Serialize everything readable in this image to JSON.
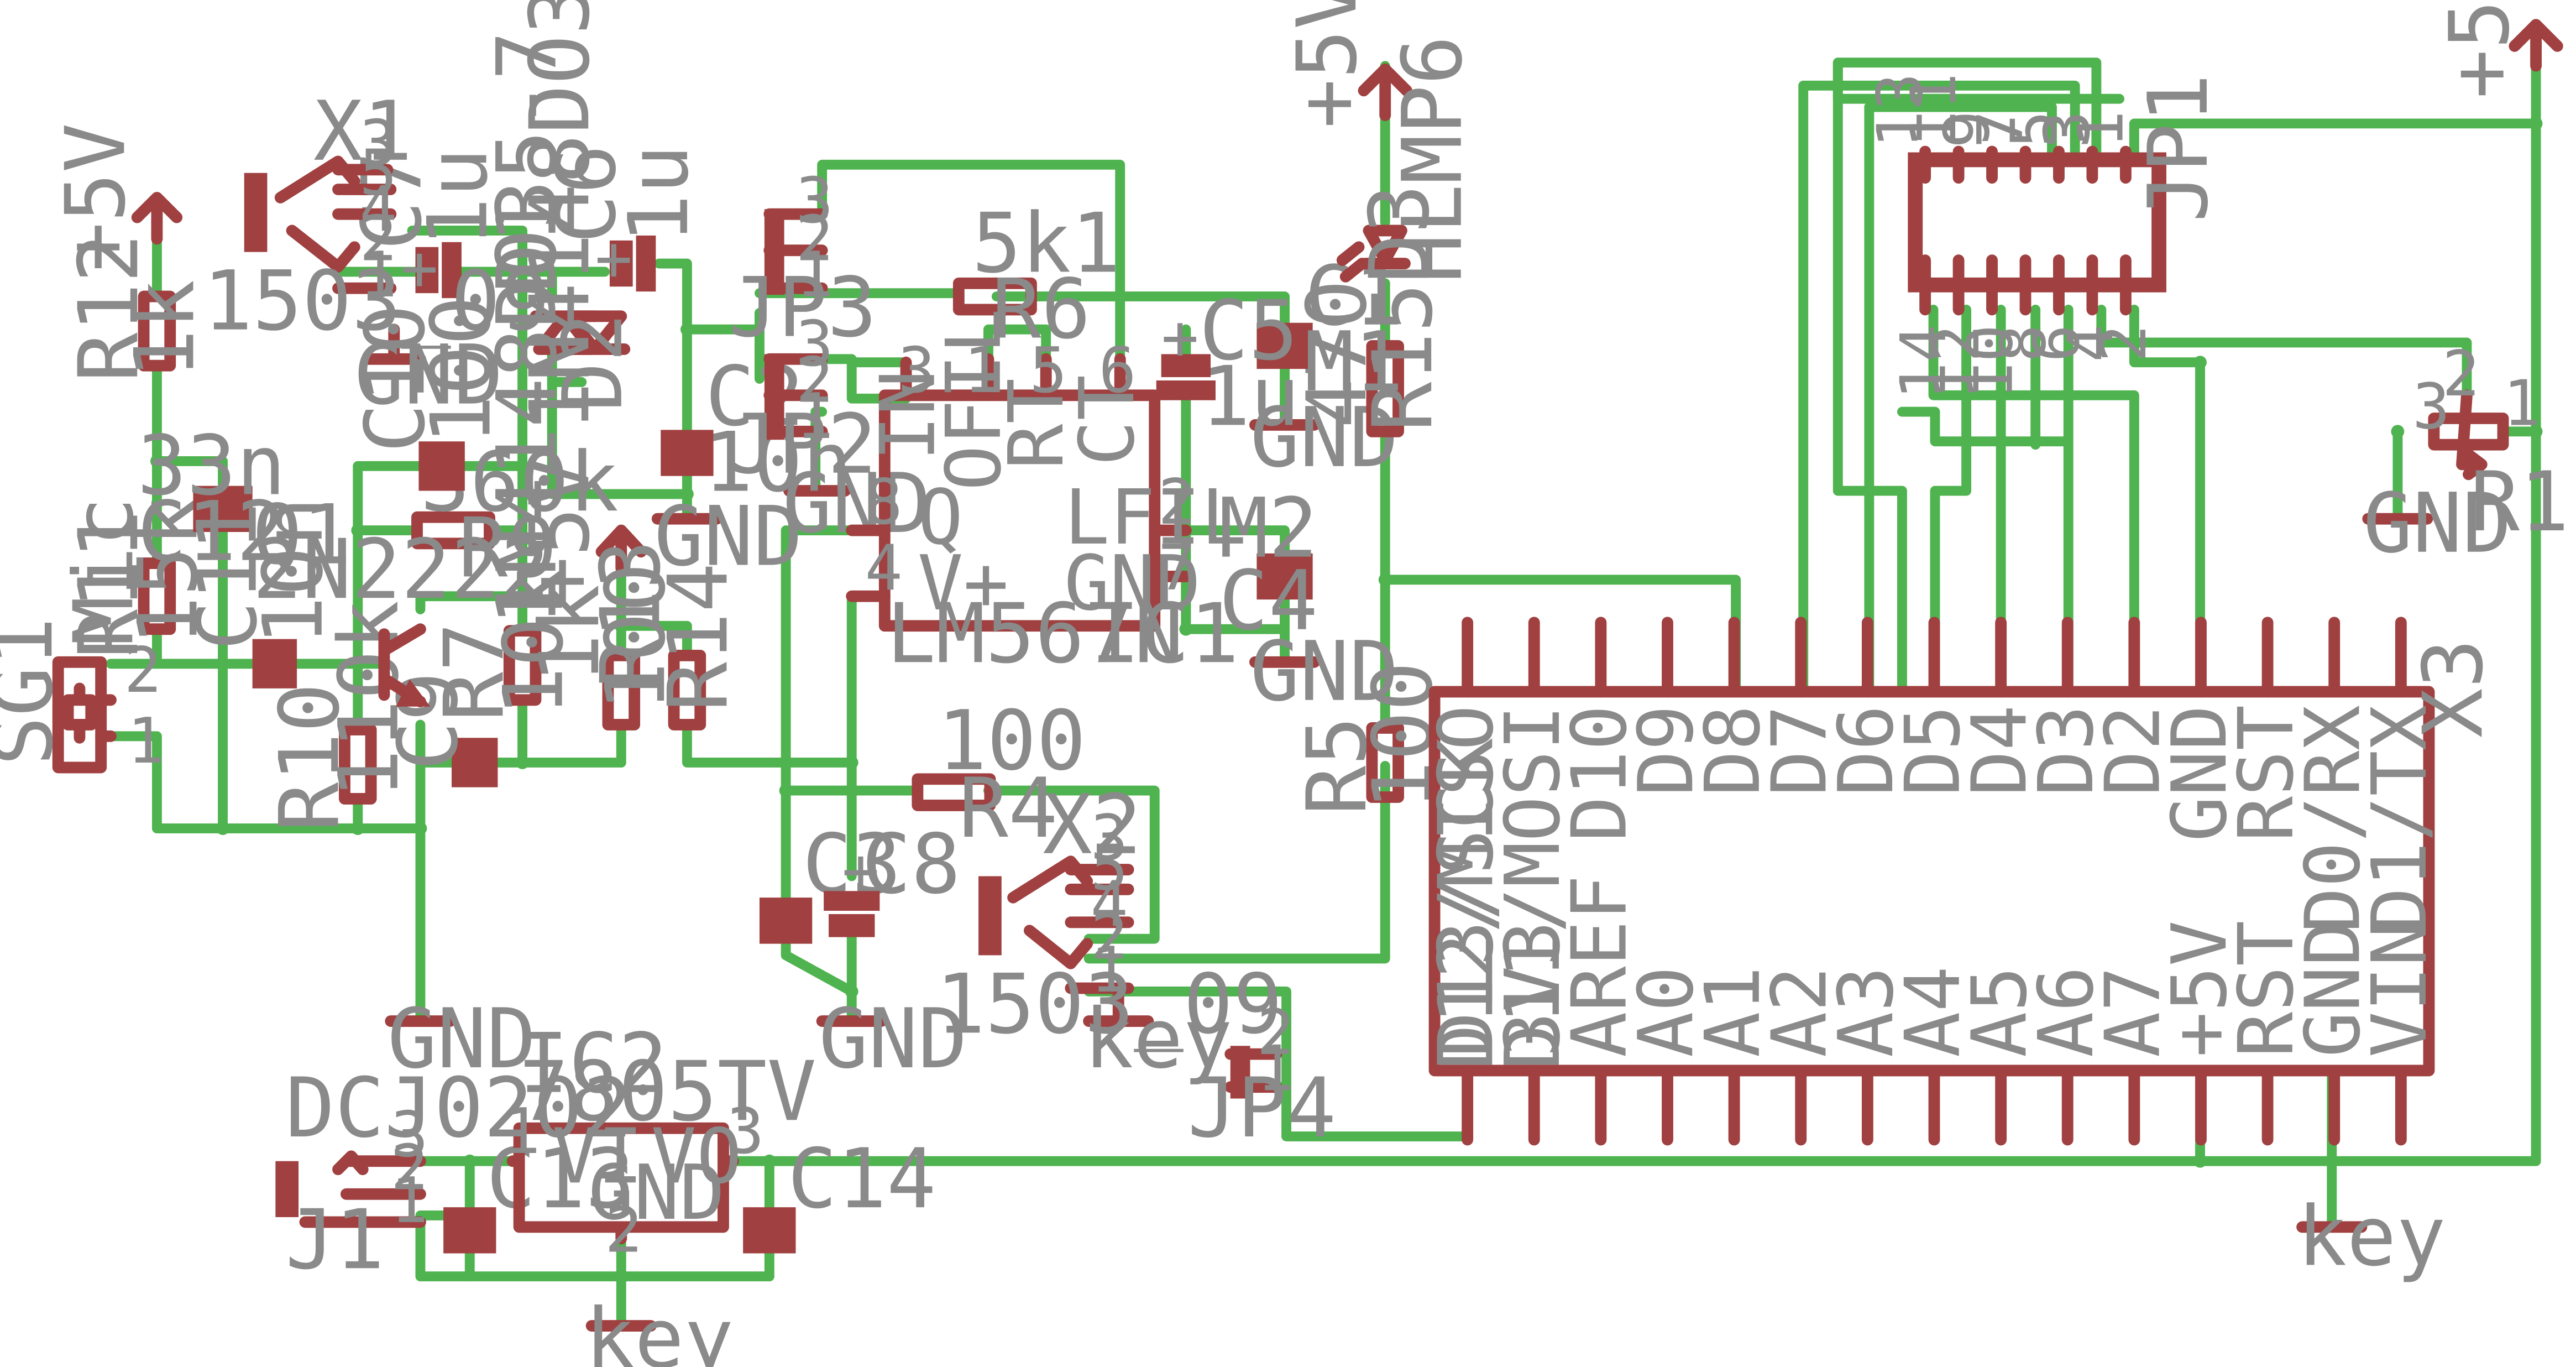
{
  "power": {
    "vcc": "+5V",
    "gnd": "GND",
    "key": "key"
  },
  "decoder": {
    "ref": "IC1",
    "value": "LM567N",
    "pins": {
      "in": "IN",
      "ofil": "OFIL",
      "rt": "RT",
      "ct": "CT",
      "q": "Q",
      "vplus": "V+",
      "lfil": "LFIL",
      "gnd": "GND"
    },
    "pin_numbers": {
      "p3": "3",
      "p1": "1",
      "p5": "5",
      "p6": "6",
      "p8": "8",
      "p4": "4",
      "p2": "2",
      "p7": "7"
    }
  },
  "regulator": {
    "ref": "IC2",
    "value": "7805TV",
    "vi": "VI",
    "vo": "VO",
    "gnd": "GND",
    "p1": "1",
    "p2": "2",
    "p3": "3"
  },
  "board": {
    "ref": "X3",
    "top_pins": [
      "D12/MISO",
      "D11/MOSI",
      "D10",
      "D9",
      "D8",
      "D7",
      "D6",
      "D5",
      "D4",
      "D3",
      "D2",
      "GND",
      "RST",
      "D0/RX",
      "D1/TX"
    ],
    "bottom_pins": [
      "D13/SCK",
      "3V3",
      "AREF",
      "A0",
      "A1",
      "A2",
      "A3",
      "A4",
      "A5",
      "A6",
      "A7",
      "+5V",
      "RST",
      "GND",
      "VIN"
    ]
  },
  "header": {
    "ref": "JP1",
    "top_numbers": [
      "13",
      "11",
      "9",
      "7",
      "5",
      "3",
      "1"
    ],
    "bottom_numbers": [
      "14",
      "12",
      "10",
      "8",
      "6",
      "4",
      "2"
    ]
  },
  "parts": {
    "r12": {
      "ref": "R12",
      "value": "1k"
    },
    "r11": {
      "ref": "R11",
      "value": "15k"
    },
    "r10": {
      "ref": "R10",
      "value": "110k"
    },
    "r9": {
      "ref": "R9",
      "value": "360k"
    },
    "r7": {
      "ref": "R7",
      "value": "10k"
    },
    "r_1k": {
      "ref": "R13",
      "value": "1k"
    },
    "r14": {
      "ref": "R14",
      "value": "100"
    },
    "r6": {
      "ref": "R6",
      "value": "5k1"
    },
    "r4": {
      "ref": "R4",
      "value": "100"
    },
    "r5": {
      "ref": "R5",
      "value": "100"
    },
    "r15": {
      "ref": "R15",
      "value": "470"
    },
    "r1": {
      "ref": "R1",
      "p1": "1",
      "p2": "2",
      "p3": "3"
    },
    "c7": {
      "ref": "C7",
      "value": "1u"
    },
    "c6": {
      "ref": "C6",
      "value": "1u"
    },
    "c10": {
      "ref": "C10",
      "value": "100"
    },
    "c12": {
      "ref": "C12",
      "value": "33n"
    },
    "c11": {
      "ref": "C11",
      "value": "10n"
    },
    "c9": {
      "ref": "C9"
    },
    "c2": {
      "ref": "C2",
      "value": "10n"
    },
    "c1": {
      "ref": "C1",
      "value": "M1"
    },
    "c5": {
      "ref": "C5",
      "value": "1u"
    },
    "m2": {
      "ref": "M2"
    },
    "c4": {
      "ref": "C4"
    },
    "c3": {
      "ref": "C3"
    },
    "c8": {
      "ref": "C8"
    },
    "c13": {
      "ref": "C13"
    },
    "c14": {
      "ref": "C14"
    },
    "d1": {
      "ref": "D1",
      "value": "1N4148DO35-7"
    },
    "d2": {
      "ref": "D2",
      "value": "1N4148DO35-7"
    },
    "d3": {
      "ref": "D3",
      "value": "HLMP6"
    },
    "q1": {
      "ref": "Q1",
      "value": "2N2222"
    },
    "sg1": {
      "ref": "SG1",
      "value": "Mic",
      "p1": "1",
      "p2": "2"
    },
    "x1": {
      "ref": "X1",
      "value": "1503_09",
      "pins": [
        "3",
        "5",
        "4",
        "2",
        "1"
      ]
    },
    "x2": {
      "ref": "X2",
      "value": "1503_09",
      "pins": [
        "3",
        "5",
        "4",
        "2",
        "1"
      ]
    },
    "jp2": {
      "ref": "JP2",
      "pins": [
        "3",
        "2",
        "1"
      ]
    },
    "jp3": {
      "ref": "JP3",
      "pins": [
        "3",
        "2",
        "1"
      ]
    },
    "jp4": {
      "ref": "JP4",
      "pins": [
        "2",
        "1"
      ]
    },
    "j1": {
      "ref": "J1",
      "value": "DCJ0202",
      "pins": [
        "3",
        "2",
        "1"
      ]
    },
    "plus": "+"
  },
  "colors": {
    "wire": "#4fb34f",
    "part": "#a04040",
    "text": "#8a8a8a"
  }
}
